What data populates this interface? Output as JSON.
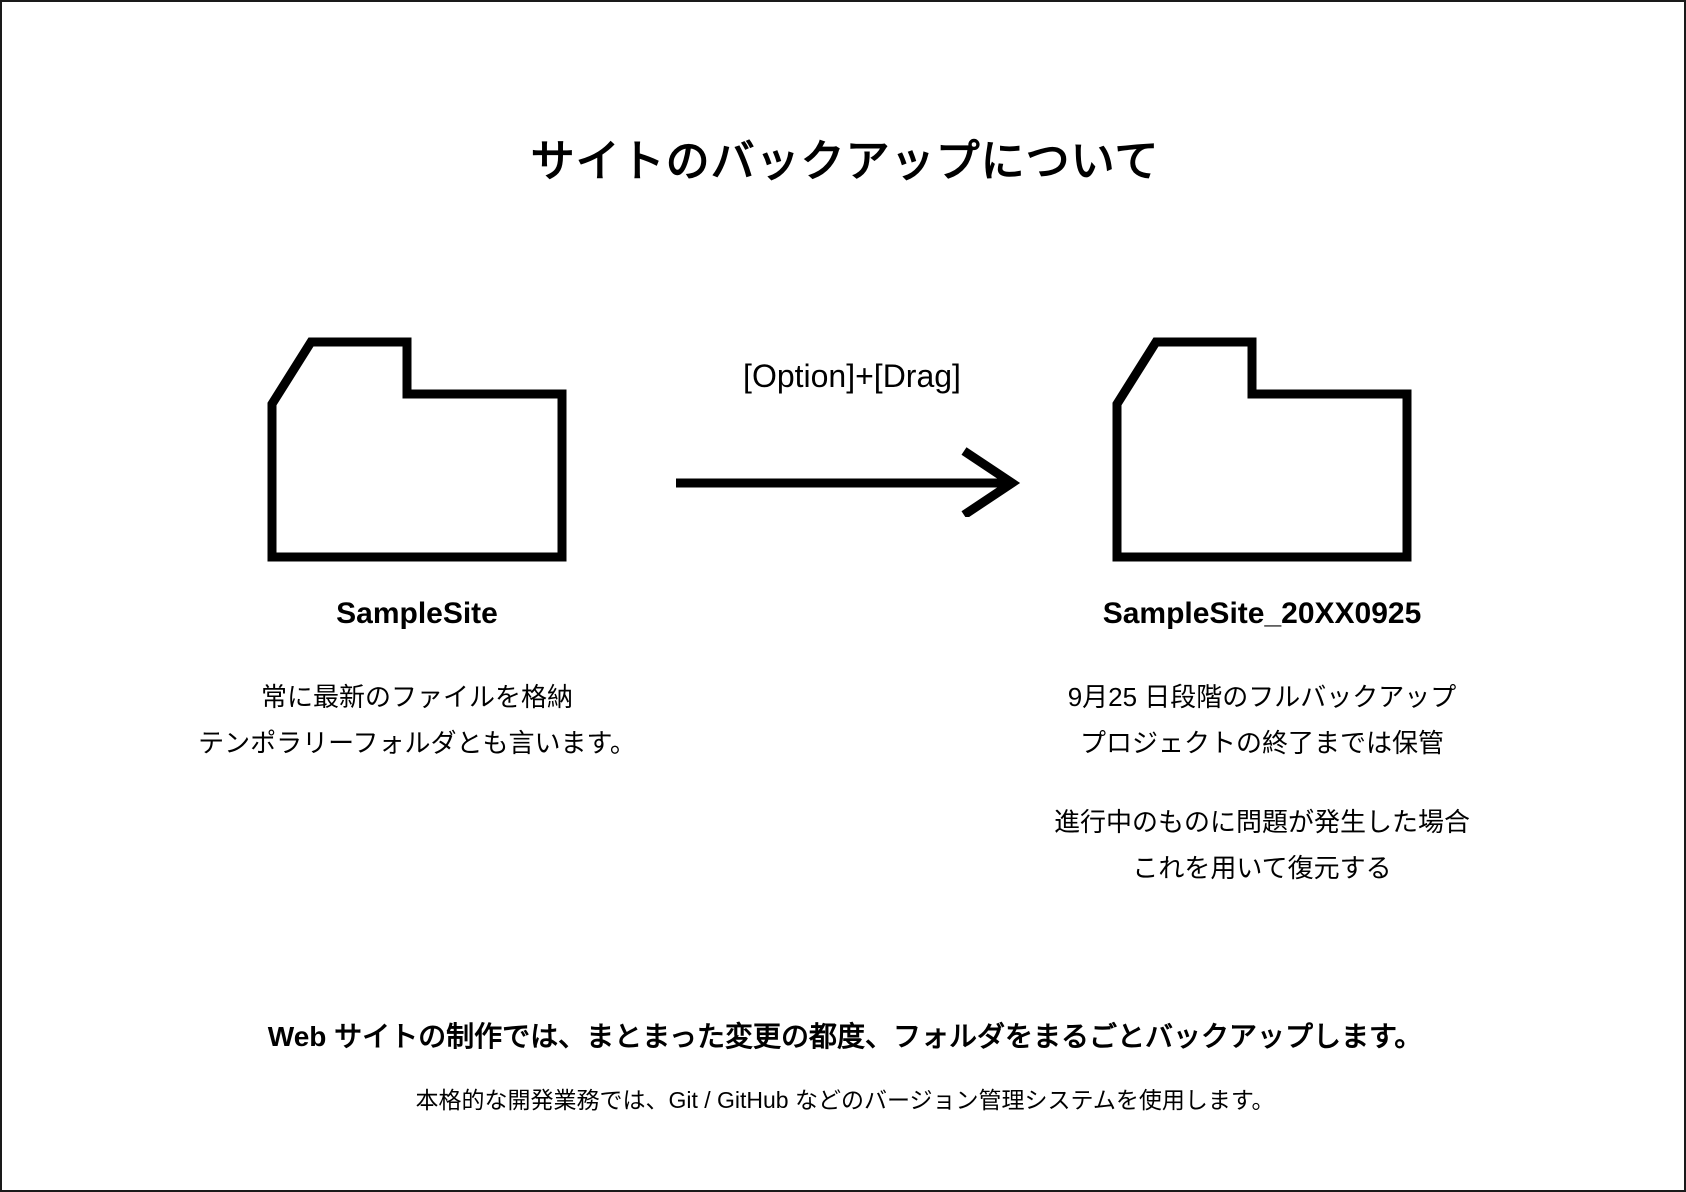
{
  "slide": {
    "title": "サイトのバックアップについて",
    "background_color": "#ffffff",
    "border_color": "#1a1a1a",
    "text_color": "#000000"
  },
  "source_folder": {
    "icon": "folder-icon",
    "label": "SampleSite",
    "description_lines": [
      "常に最新のファイルを格納",
      "テンポラリーフォルダとも言います。"
    ]
  },
  "transfer": {
    "shortcut_label": "[Option]+[Drag]",
    "arrow_icon": "arrow-right-icon"
  },
  "backup_folder": {
    "icon": "folder-icon",
    "label": "SampleSite_20XX0925",
    "description_lines": [
      "9月25 日段階のフルバックアップ",
      "プロジェクトの終了までは保管"
    ],
    "description_lines_secondary": [
      "進行中のものに問題が発生した場合",
      "これを用いて復元する"
    ]
  },
  "notes": {
    "primary": "Web サイトの制作では、まとまった変更の都度、フォルダをまるごとバックアップします。",
    "secondary": "本格的な開発業務では、Git / GitHub などのバージョン管理システムを使用します。"
  }
}
